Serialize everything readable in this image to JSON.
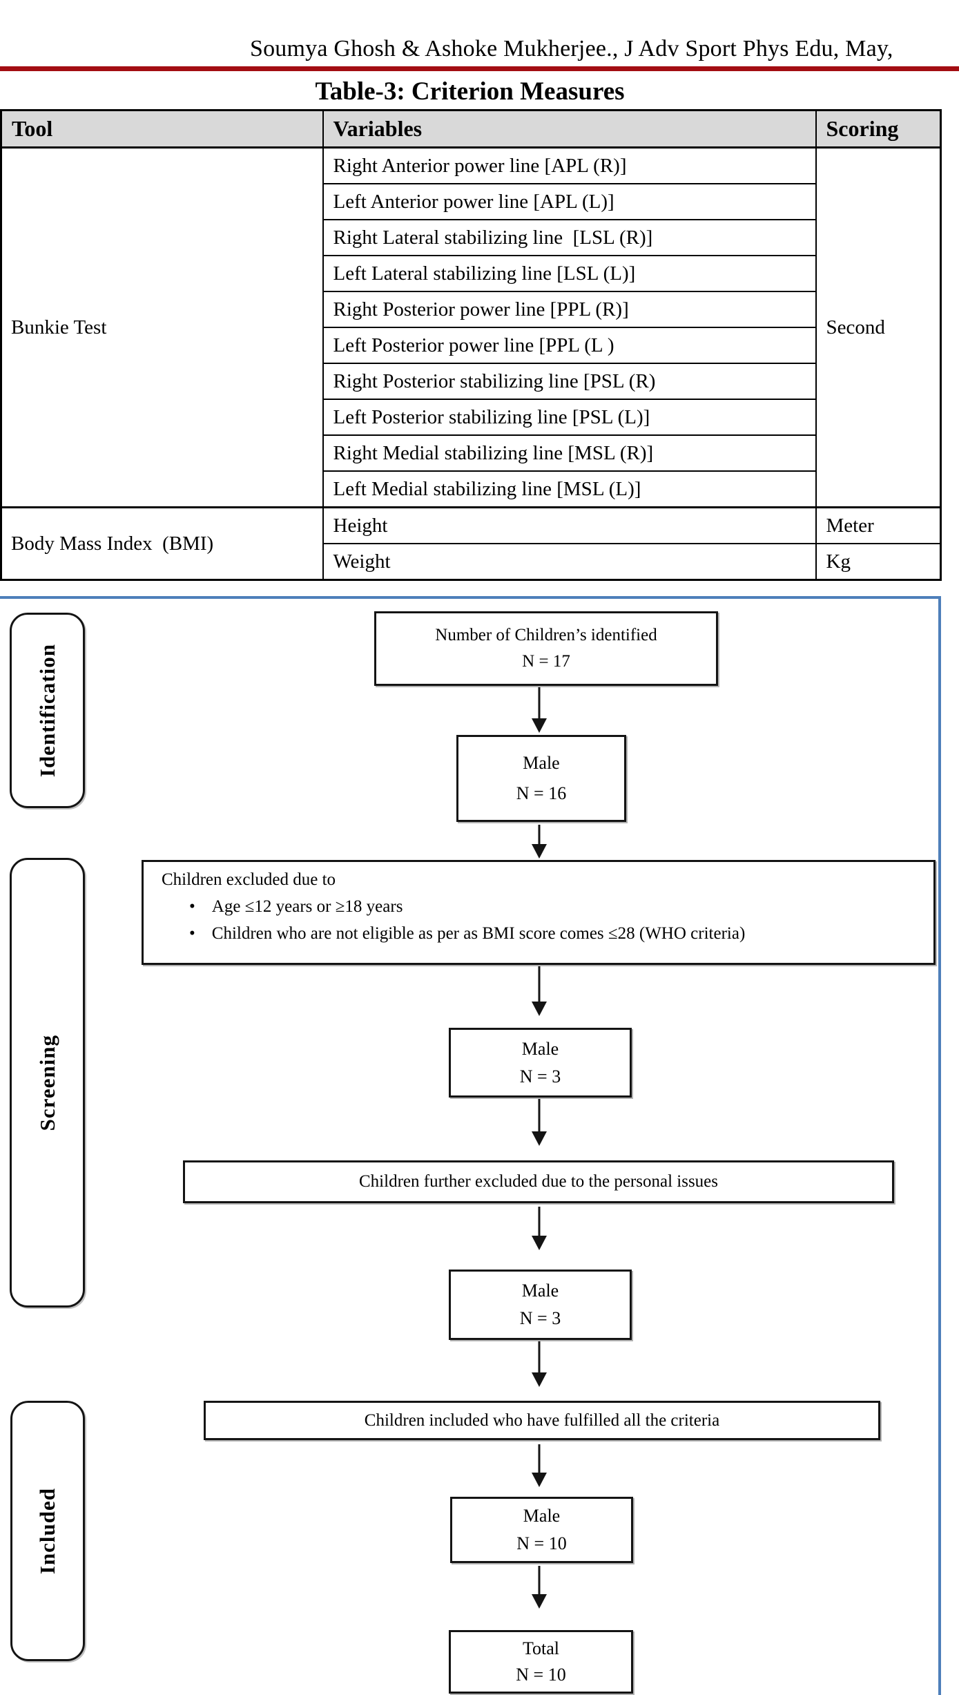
{
  "header": {
    "journal_line": "Soumya Ghosh & Ashoke Mukherjee., J Adv Sport Phys Edu, May,"
  },
  "table": {
    "title": "Table-3: Criterion Measures",
    "columns": {
      "tool": "Tool",
      "variables": "Variables",
      "scoring": "Scoring"
    },
    "bunkie": {
      "tool": "Bunkie Test",
      "scoring": "Second",
      "variables": [
        "Right Anterior power line [APL (R)]",
        "Left Anterior power line [APL (L)]",
        "Right Lateral stabilizing line  [LSL (R)]",
        "Left Lateral stabilizing line [LSL (L)]",
        "Right Posterior power line [PPL (R)]",
        "Left Posterior power line [PPL (L )",
        "Right Posterior stabilizing line [PSL (R)",
        "Left Posterior stabilizing line [PSL (L)]",
        "Right Medial stabilizing line [MSL (R)]",
        "Left Medial stabilizing line [MSL (L)]"
      ]
    },
    "bmi": {
      "tool": "Body Mass Index  (BMI)",
      "rows": [
        {
          "variable": "Height",
          "scoring": "Meter"
        },
        {
          "variable": "Weight",
          "scoring": "Kg"
        }
      ]
    }
  },
  "flowchart": {
    "stages": {
      "identification": "Identification",
      "screening": "Screening",
      "included": "Included"
    },
    "identified": {
      "line1": "Number of Children’s identified",
      "line2": "N = 17"
    },
    "male16": {
      "line1": "Male",
      "line2": "N = 16"
    },
    "excluded": {
      "title": "Children excluded due to",
      "bullets": [
        "Age ≤12 years or ≥18 years",
        "Children who are not eligible as per as BMI score comes ≤28 (WHO criteria)"
      ]
    },
    "male3_first": {
      "line1": "Male",
      "line2": "N = 3"
    },
    "further_excluded": "Children further excluded due to the personal issues",
    "male3_second": {
      "line1": "Male",
      "line2": "N = 3"
    },
    "included_box": "Children included who have fulfilled all the criteria",
    "male10": {
      "line1": "Male",
      "line2": "N = 10"
    },
    "total10": {
      "line1": "Total",
      "line2": "N = 10"
    }
  },
  "colors": {
    "accent_red": "#a30d12",
    "frame_blue": "#4e7fba",
    "table_header_bg": "#d9d9d9"
  }
}
